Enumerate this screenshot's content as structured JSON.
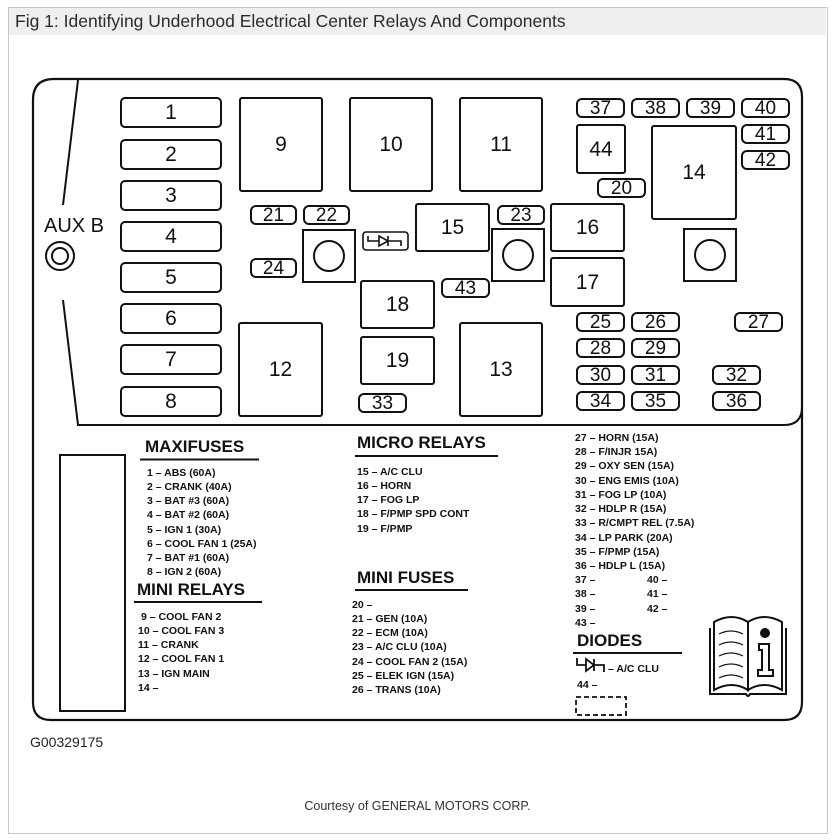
{
  "header": {
    "title": "Fig 1: Identifying Underhood Electrical Center Relays And Components"
  },
  "diagram": {
    "aux_label": "AUX B",
    "maxifuses": [
      "1",
      "2",
      "3",
      "4",
      "5",
      "6",
      "7",
      "8"
    ],
    "mini_relays": [
      "9",
      "10",
      "11",
      "12",
      "13",
      "14"
    ],
    "micro_relays": [
      "15",
      "16",
      "17",
      "18",
      "19"
    ],
    "mini_fuses": [
      "20",
      "21",
      "22",
      "23",
      "24",
      "25",
      "26",
      "27",
      "28",
      "29",
      "30",
      "31",
      "32",
      "33",
      "34",
      "35",
      "36",
      "37",
      "38",
      "39",
      "40",
      "41",
      "42",
      "43"
    ],
    "diode_slot": "44"
  },
  "legend": {
    "maxifuses": {
      "heading": "MAXIFUSES",
      "items": [
        "1 – ABS (60A)",
        "2 – CRANK (40A)",
        "3 – BAT #3 (60A)",
        "4 – BAT #2 (60A)",
        "5 – IGN 1 (30A)",
        "6 – COOL FAN 1 (25A)",
        "7 – BAT #1 (60A)",
        "8 – IGN 2 (60A)"
      ]
    },
    "mini_relays": {
      "heading": "MINI RELAYS",
      "items": [
        "9 – COOL FAN 2",
        "10 – COOL FAN 3",
        "11 – CRANK",
        "12 – COOL FAN 1",
        "13 – IGN MAIN",
        "14 –"
      ]
    },
    "micro_relays": {
      "heading": "MICRO RELAYS",
      "items": [
        "15 – A/C CLU",
        "16 – HORN",
        "17 – FOG LP",
        "18 – F/PMP SPD CONT",
        "19 – F/PMP"
      ]
    },
    "mini_fuses": {
      "heading": "MINI FUSES",
      "items": [
        "20 –",
        "21 – GEN (10A)",
        "22 – ECM (10A)",
        "23 – A/C CLU (10A)",
        "24 – COOL FAN 2 (15A)",
        "25 – ELEK IGN (15A)",
        "26 – TRANS (10A)"
      ]
    },
    "mini_fuses_cont": {
      "items": [
        "27 – HORN (15A)",
        "28 – F/INJR 15A)",
        "29 – OXY SEN (15A)",
        "30 – ENG EMIS (10A)",
        "31 – FOG LP (10A)",
        "32 – HDLP R (15A)",
        "33 – R/CMPT REL (7.5A)",
        "34 – LP PARK (20A)",
        "35 – F/PMP (15A)",
        "36 – HDLP L (15A)",
        "37 –",
        "38 –",
        "39 –",
        "43 –"
      ],
      "col2": [
        "40 –",
        "41 –",
        "42 –"
      ]
    },
    "diodes": {
      "heading": "DIODES",
      "items": [
        "– A/C CLU",
        "44 –"
      ]
    }
  },
  "icons": {
    "aux_stud": "stud-terminal-icon",
    "diode": "diode-icon",
    "reference": "info-book-icon"
  },
  "colors": {
    "line": "#111111",
    "header_bg": "#efefef"
  },
  "figure_id": "G00329175",
  "courtesy": "Courtesy of GENERAL MOTORS CORP."
}
